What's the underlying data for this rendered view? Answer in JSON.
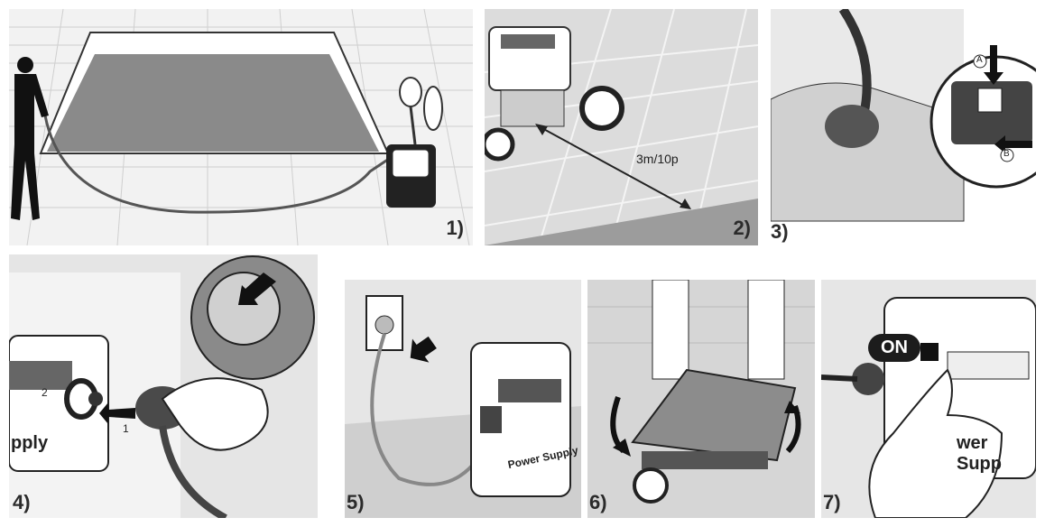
{
  "steps": [
    {
      "number": "1)",
      "label": ""
    },
    {
      "number": "2)",
      "label": "3m/10p"
    },
    {
      "number": "3)",
      "label": ""
    },
    {
      "number": "4)",
      "label": ""
    },
    {
      "number": "5)",
      "label": ""
    },
    {
      "number": "6)",
      "label": ""
    },
    {
      "number": "7)",
      "label": ""
    }
  ],
  "labels": {
    "distance": "3m/10p",
    "power_supply": "Power Supply",
    "power_supply_partial": "pply",
    "power_supply_partial_7": "wer Supp",
    "on": "ON",
    "callout_a": "A",
    "callout_b": "B",
    "callout_1": "1",
    "callout_2": "2"
  }
}
